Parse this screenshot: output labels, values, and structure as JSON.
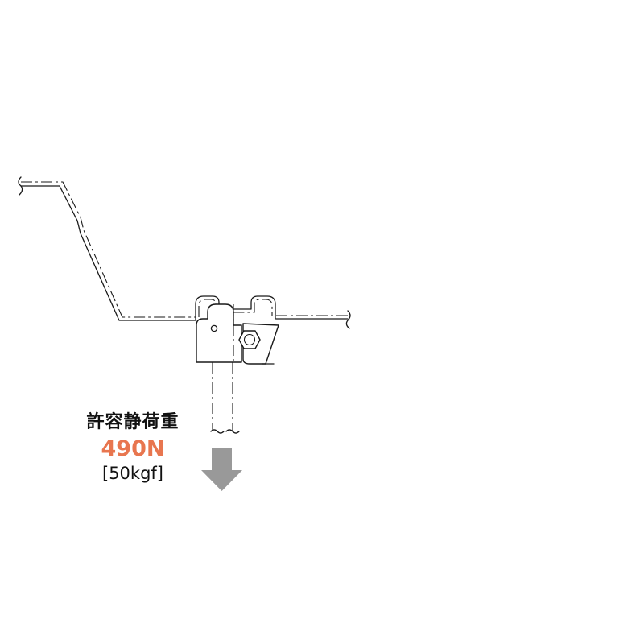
{
  "load_label": {
    "title": "許容静荷重",
    "newton_value": "490N",
    "kgf_value": "[50kgf]"
  },
  "colors": {
    "line": "#1a1a1a",
    "load_value": "#e8764f",
    "arrow": "#999999"
  },
  "icons": {
    "load_arrow": "down-arrow-icon"
  }
}
